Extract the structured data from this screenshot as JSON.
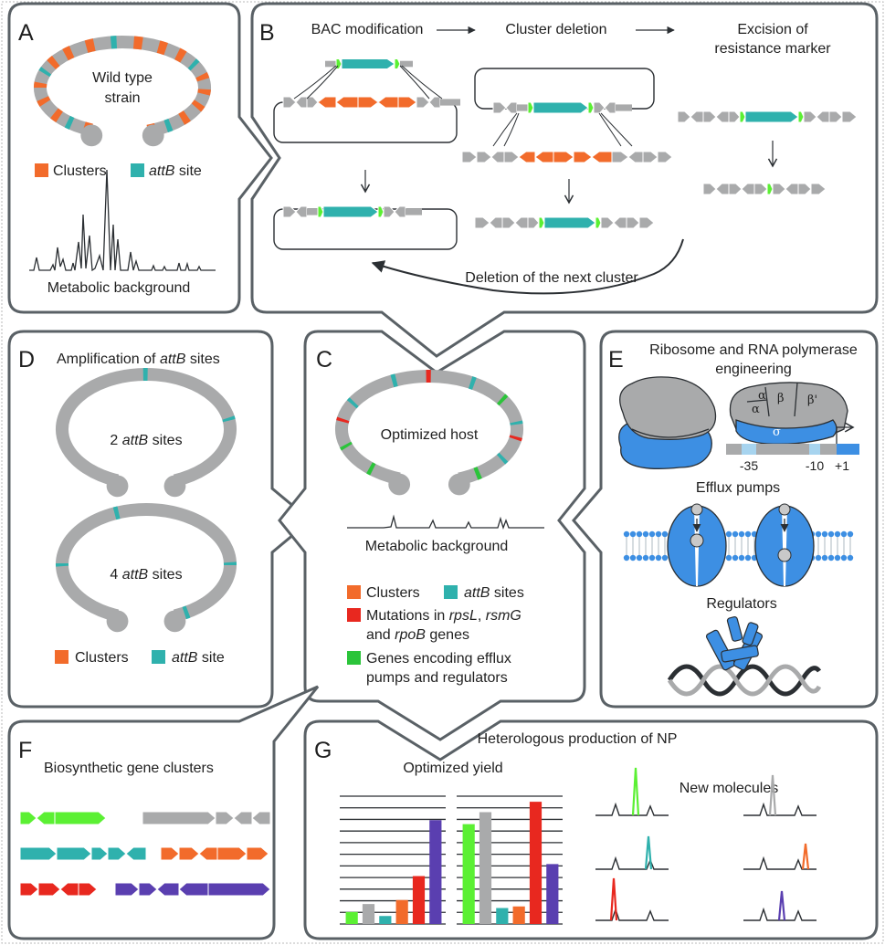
{
  "colors": {
    "orange": "#f26b2b",
    "teal": "#2fb1ad",
    "red": "#e8281f",
    "green": "#2bc43a",
    "bright_green": "#5bf033",
    "blue": "#3d8fe3",
    "purple": "#5a3fb0",
    "gray": "#a9aaab",
    "dark": "#2b2f33",
    "border": "#5a6166"
  },
  "panels": {
    "A": {
      "label": "A",
      "strain_line1": "Wild type",
      "strain_line2": "strain",
      "legend_clusters": "Clusters",
      "legend_attb_italic": "attB",
      "legend_attb_rest": " site",
      "trace_label": "Metabolic background"
    },
    "B": {
      "label": "B",
      "step1": "BAC modification",
      "step2": "Cluster deletion",
      "step3_line1": "Excision of",
      "step3_line2": "resistance marker",
      "loop_label": "Deletion of the next cluster"
    },
    "C": {
      "label": "C",
      "host": "Optimized host",
      "trace_label": "Metabolic background",
      "legend_clusters": "Clusters",
      "legend_attb_italic": "attB",
      "legend_attb_rest": " sites",
      "mut_line1_pre": "Mutations in ",
      "mut_rpsL": "rpsL",
      "mut_comma": ", ",
      "mut_rsmG": "rsmG",
      "mut_line2_pre": "and ",
      "mut_rpoB": "rpoB",
      "mut_line2_post": " genes",
      "genes_line1": "Genes encoding efflux",
      "genes_line2": "pumps and regulators"
    },
    "D": {
      "label": "D",
      "title_pre": "Amplification of ",
      "title_italic": "attB",
      "title_post": " sites",
      "ring1_pre": "2 ",
      "ring1_italic": "attB",
      "ring1_post": " sites",
      "ring2_pre": "4 ",
      "ring2_italic": "attB",
      "ring2_post": " sites",
      "legend_clusters": "Clusters",
      "legend_attb_italic": "attB",
      "legend_attb_rest": " site"
    },
    "E": {
      "label": "E",
      "title_line1": "Ribosome and RNA polymerase",
      "title_line2": "engineering",
      "subunits": [
        "α",
        "α",
        "β",
        "β'",
        "σ"
      ],
      "promoter": [
        "-35",
        "-10",
        "+1"
      ],
      "efflux": "Efflux pumps",
      "regulators": "Regulators"
    },
    "F": {
      "label": "F",
      "title": "Biosynthetic gene clusters"
    },
    "G": {
      "label": "G",
      "title": "Heterologous production of NP",
      "yield_title": "Optimized yield",
      "molecules_title": "New molecules"
    }
  },
  "chart_data": [
    {
      "type": "bar",
      "title": "",
      "categories": [
        "green",
        "gray",
        "teal",
        "orange",
        "red",
        "purple"
      ],
      "values": [
        1.5,
        2.5,
        1.0,
        3.0,
        6.0,
        13.0
      ],
      "colors": [
        "#5bf033",
        "#a9aaab",
        "#2fb1ad",
        "#f26b2b",
        "#e8281f",
        "#5a3fb0"
      ],
      "ylim": [
        0,
        16
      ],
      "grid": true
    },
    {
      "type": "bar",
      "title": "",
      "categories": [
        "green",
        "gray",
        "teal",
        "orange",
        "red",
        "purple"
      ],
      "values": [
        12.5,
        14.0,
        2.0,
        2.2,
        15.3,
        7.5
      ],
      "colors": [
        "#5bf033",
        "#a9aaab",
        "#2fb1ad",
        "#f26b2b",
        "#e8281f",
        "#5a3fb0"
      ],
      "ylim": [
        0,
        16
      ],
      "grid": true
    }
  ]
}
